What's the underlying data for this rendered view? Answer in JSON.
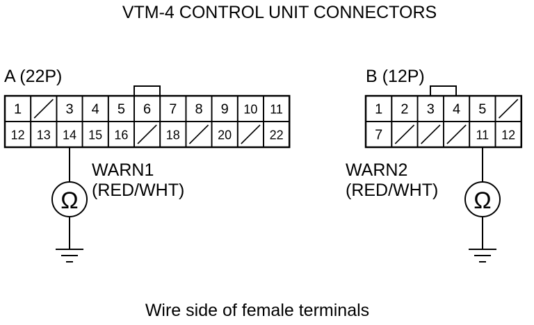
{
  "title": "VTM-4 CONTROL UNIT CONNECTORS",
  "footer": "Wire side of female terminals",
  "connector_a": {
    "label": "A (22P)",
    "row1": [
      "1",
      "",
      "3",
      "4",
      "5",
      "6",
      "7",
      "8",
      "9",
      "10",
      "11"
    ],
    "row2": [
      "12",
      "13",
      "14",
      "15",
      "16",
      "",
      "18",
      "",
      "20",
      "",
      "22"
    ],
    "empty_row1": [
      1
    ],
    "empty_row2": [
      5,
      7,
      9
    ],
    "probe_pin": "14",
    "wire_name": "WARN1",
    "wire_color": "(RED/WHT)",
    "meter_symbol": "Ω"
  },
  "connector_b": {
    "label": "B (12P)",
    "row1": [
      "1",
      "2",
      "3",
      "4",
      "5",
      ""
    ],
    "row2": [
      "7",
      "",
      "",
      "",
      "11",
      "12"
    ],
    "empty_row1": [
      5
    ],
    "empty_row2": [
      1,
      2,
      3
    ],
    "probe_pin": "11",
    "wire_name": "WARN2",
    "wire_color": "(RED/WHT)",
    "meter_symbol": "Ω"
  }
}
